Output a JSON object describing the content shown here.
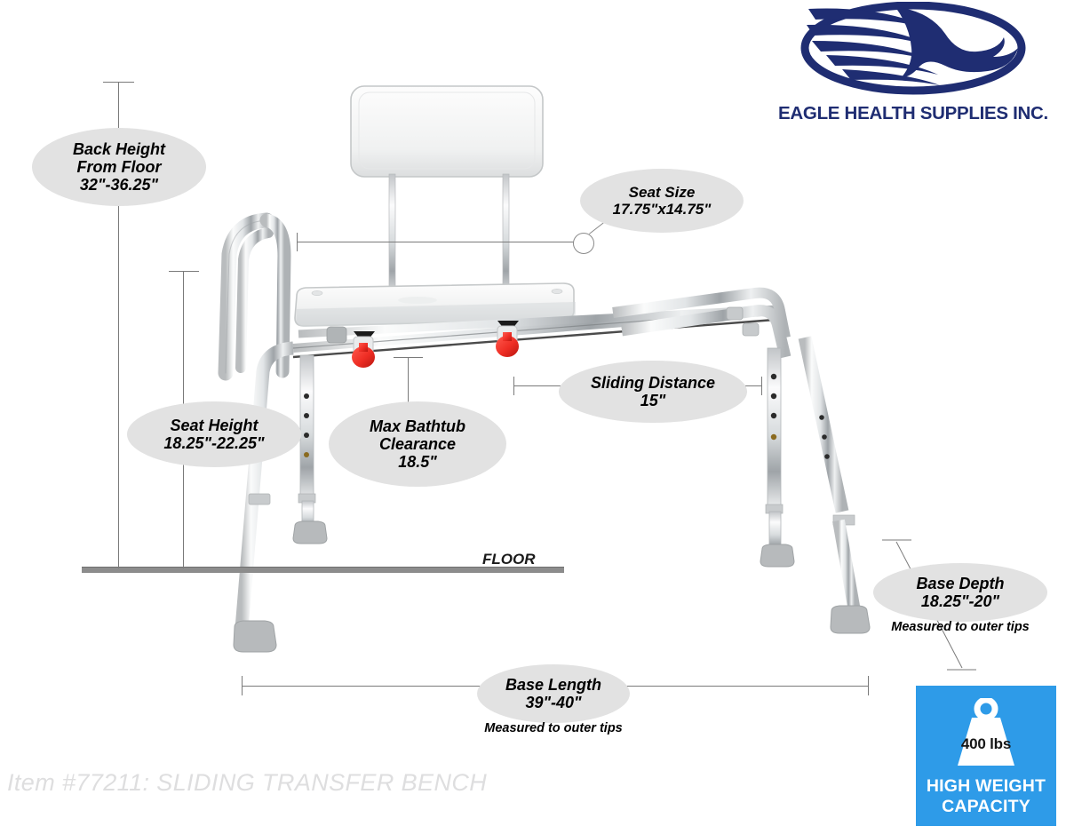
{
  "brand": {
    "logo_icon": "eagle-logo-icon",
    "wordmark": "EAGLE HEALTH SUPPLIES INC.",
    "color": "#1f2d72"
  },
  "product": {
    "item_caption": "Item #77211: SLIDING TRANSFER BENCH",
    "floor_label": "FLOOR",
    "parts": {
      "backrest": "backrest",
      "seat": "seat",
      "armrest": "armrest",
      "lock_knob_color": "#ee2d24",
      "frame_color": "#cfd3d6"
    }
  },
  "callouts": [
    {
      "id": "back-height",
      "lines": [
        "Back Height",
        "From Floor",
        "32\"-36.25\""
      ],
      "note": ""
    },
    {
      "id": "seat-size",
      "lines": [
        "Seat Size",
        "17.75\"x14.75\""
      ],
      "note": ""
    },
    {
      "id": "seat-height",
      "lines": [
        "Seat Height",
        "18.25\"-22.25\""
      ],
      "note": ""
    },
    {
      "id": "max-bathtub-clearance",
      "lines": [
        "Max Bathtub",
        "Clearance",
        "18.5\""
      ],
      "note": ""
    },
    {
      "id": "sliding-distance",
      "lines": [
        "Sliding Distance",
        "15\""
      ],
      "note": ""
    },
    {
      "id": "base-depth",
      "lines": [
        "Base Depth",
        "18.25\"-20\""
      ],
      "note": "Measured to outer tips"
    },
    {
      "id": "base-length",
      "lines": [
        "Base Length",
        "39\"-40\""
      ],
      "note": "Measured to outer tips"
    }
  ],
  "badge": {
    "icon": "weight-icon",
    "value": "400 lbs",
    "line1": "HIGH WEIGHT",
    "line2": "CAPACITY",
    "background": "#2e9be8"
  }
}
